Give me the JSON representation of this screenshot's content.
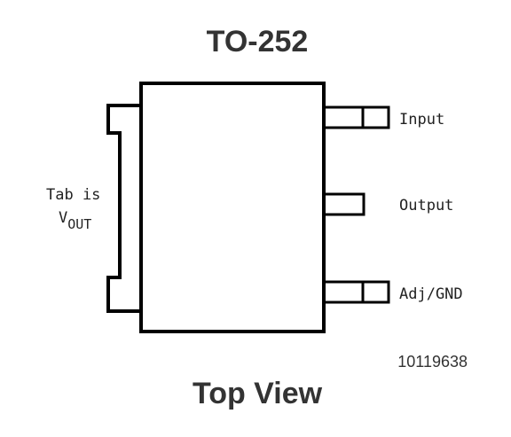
{
  "package_title": "TO-252",
  "view_label": "Top View",
  "drawing_number": "10119638",
  "tab_label": {
    "line1": "Tab is",
    "v_main": "V",
    "v_sub": "OUT"
  },
  "pins": {
    "input": "Input",
    "output": "Output",
    "adj_gnd": "Adj/GND"
  }
}
